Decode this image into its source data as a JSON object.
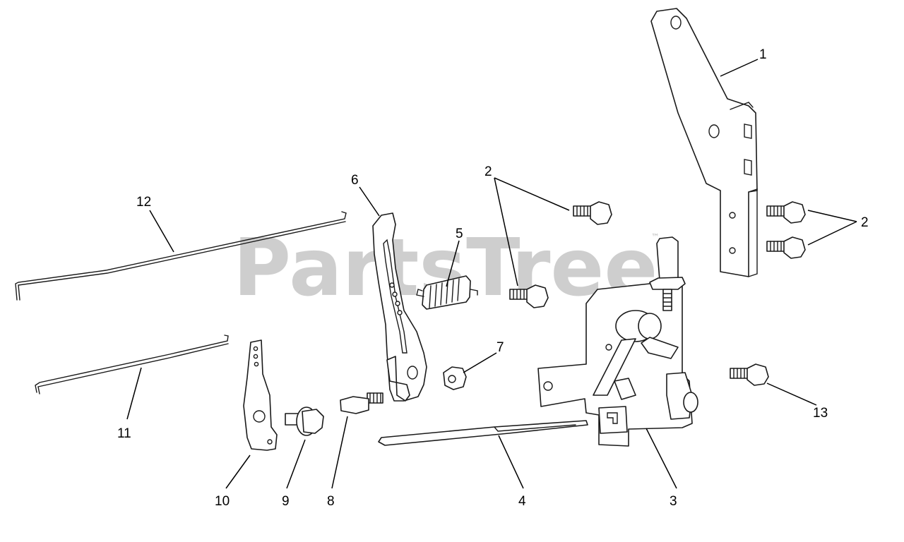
{
  "watermark": {
    "text": "PartsTree",
    "trademark": "™"
  },
  "callouts": {
    "c1": "1",
    "c2a": "2",
    "c2b": "2",
    "c3": "3",
    "c4": "4",
    "c5": "5",
    "c6": "6",
    "c7": "7",
    "c8": "8",
    "c9": "9",
    "c10": "10",
    "c11": "11",
    "c12": "12",
    "c13": "13"
  },
  "colors": {
    "line": "#1a1a1a",
    "watermark": "#bdbdbd",
    "background": "#ffffff"
  }
}
